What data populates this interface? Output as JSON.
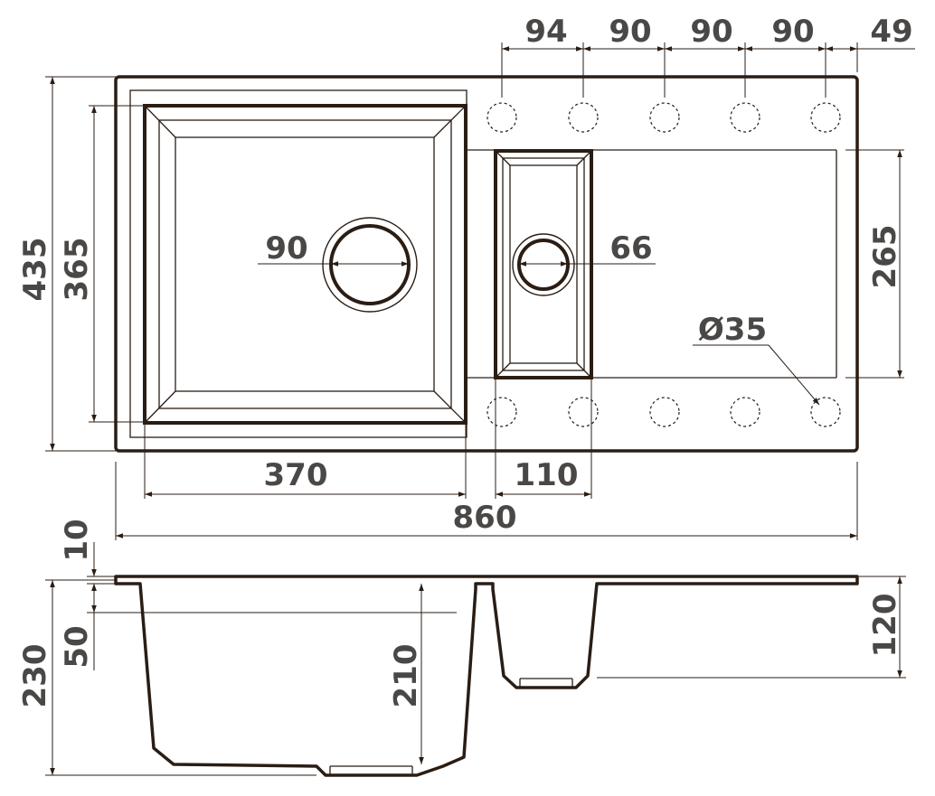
{
  "dimensions": {
    "hole_spacing": [
      "94",
      "90",
      "90",
      "90",
      "49"
    ],
    "total_depth": "435",
    "bowl_depth": "365",
    "main_drain": "90",
    "small_drain": "66",
    "drainer_depth": "265",
    "tap_hole": "Ø35",
    "main_bowl_width": "370",
    "small_bowl_width": "110",
    "total_width": "860",
    "rim_thickness": "10",
    "overall_height": "230",
    "overflow_offset": "50",
    "main_bowl_height": "210",
    "small_bowl_height": "120"
  },
  "colors": {
    "line": "#2a1d14",
    "text": "#4a4846",
    "background": "#ffffff"
  }
}
